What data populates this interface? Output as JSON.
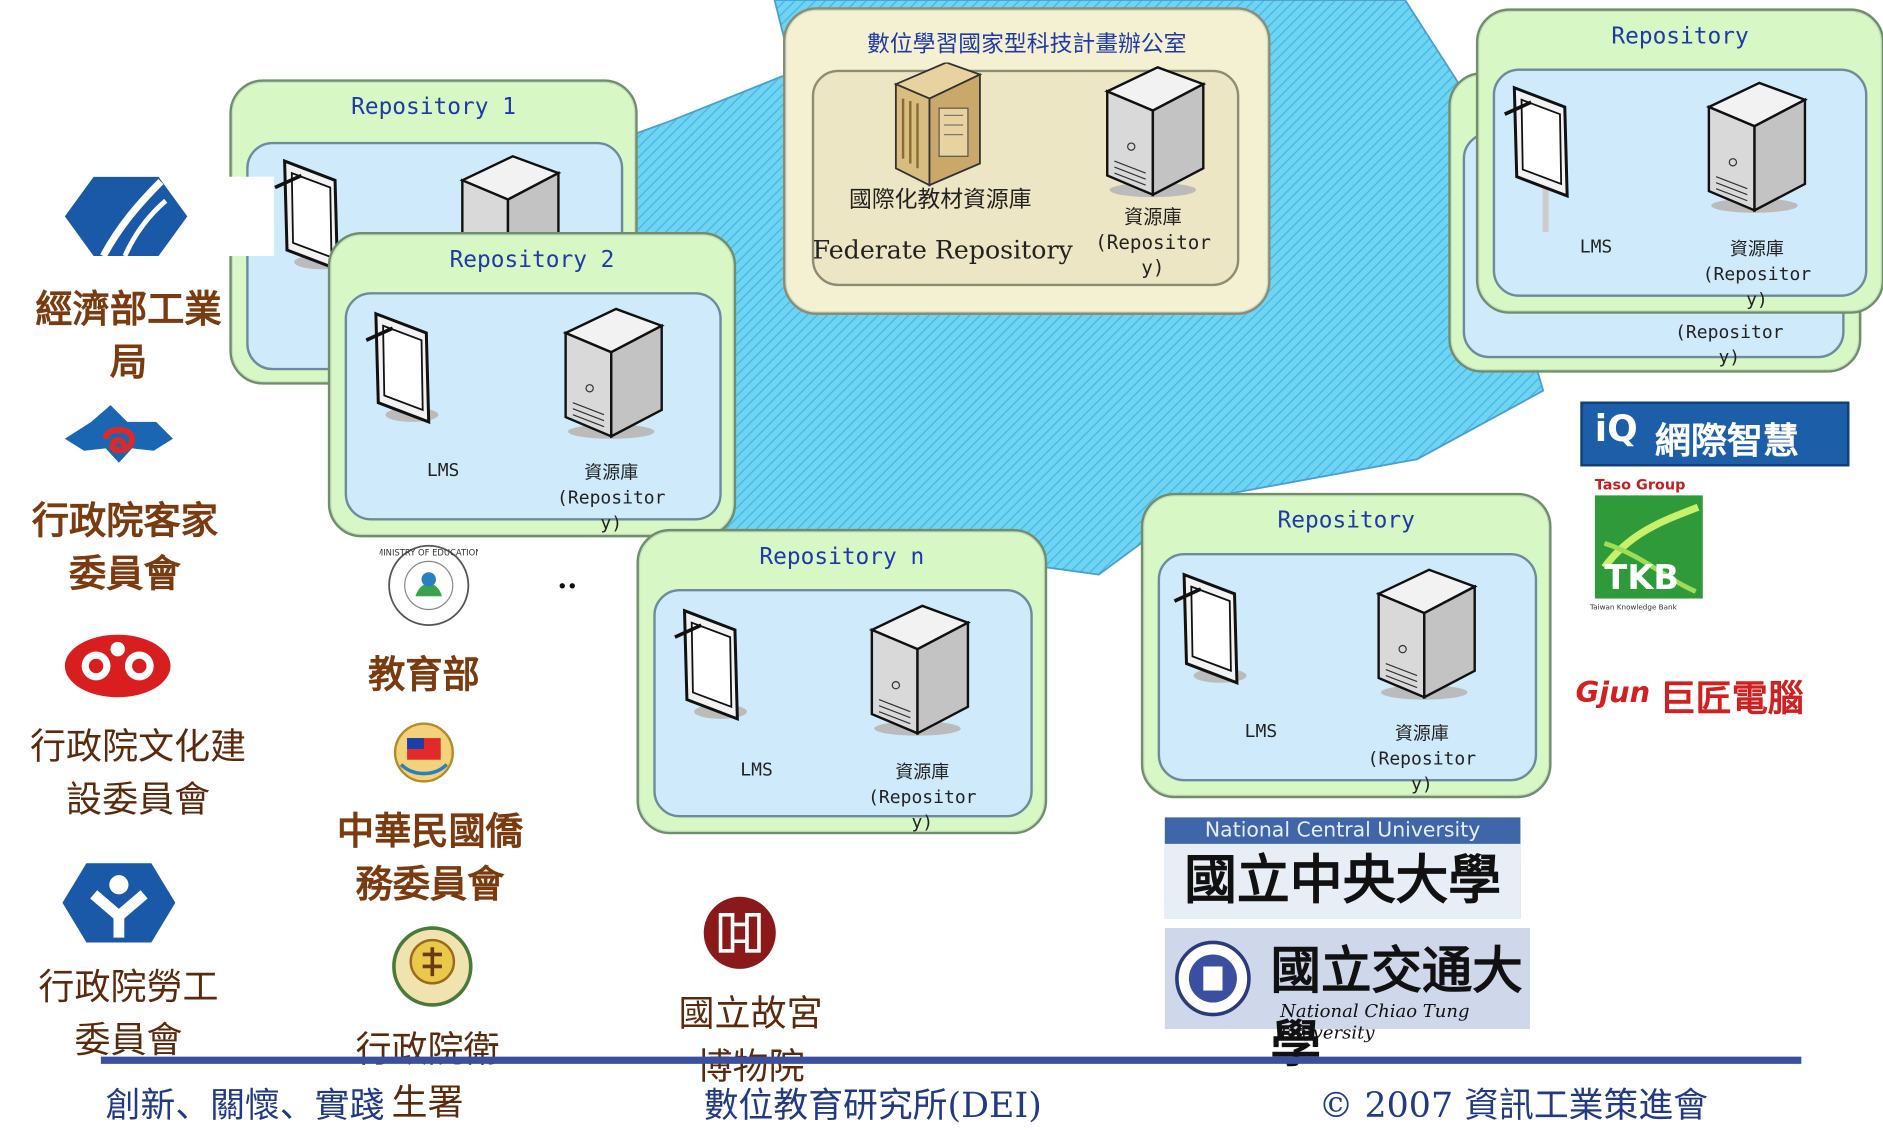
{
  "colors": {
    "burst": "#55cbee",
    "panel_fill": "#d7f7c4",
    "inner_fill": "#cfeafb",
    "panel_title": "#1f3aa8",
    "footer_line": "#3b4fa0",
    "footer_text": "#223a86"
  },
  "center_office": {
    "title": "數位學習國家型科技計畫辦公室",
    "federate_cn": "國際化教材資源庫",
    "federate_en": "Federate Repository",
    "repo_l1": "資源庫",
    "repo_l2": "(Repositor",
    "repo_l3": "y)"
  },
  "repositories": [
    {
      "title": "Repository 1"
    },
    {
      "title": "Repository 2",
      "lms": "LMS",
      "repo_l1": "資源庫",
      "repo_l2": "(Repositor",
      "repo_l3": "y)"
    },
    {
      "title": "Repository n",
      "lms": "LMS",
      "repo_l1": "資源庫",
      "repo_l2": "(Repositor",
      "repo_l3": "y)"
    },
    {
      "title": "Repository",
      "lms": "LMS",
      "repo_l1": "資源庫",
      "repo_l2": "(Repositor",
      "repo_l3": "y)"
    },
    {
      "title": "Repository",
      "lms": "LMS",
      "repo_l1": "資源庫",
      "repo_l2": "(Repositor",
      "repo_l3": "y)",
      "back_l2": "(Repositor",
      "back_l3": "y)"
    }
  ],
  "ellipsis": "..",
  "organizations": {
    "moea": {
      "l1": "經濟部工業",
      "l2": "局"
    },
    "hakka": {
      "l1": "行政院客家",
      "l2": "委員會"
    },
    "culture": {
      "l1": "行政院文化建",
      "l2": "設委員會"
    },
    "labor": {
      "l1": "行政院勞工",
      "l2": "委員會"
    },
    "moe": {
      "l1": "教育部",
      "logo_text": "MINISTRY OF EDUCATION"
    },
    "ocac": {
      "l1": "中華民國僑",
      "l2": "務委員會"
    },
    "doh": {
      "l1": "行政院衛",
      "l2": "生署"
    },
    "npm": {
      "l1": "國立故宮",
      "l2": "博物院"
    }
  },
  "companies": {
    "iq": {
      "mark": "iQ",
      "name": "網際智慧"
    },
    "tkb": {
      "group": "Taso Group",
      "mark": "TKB",
      "sub": "Taiwan Knowledge Bank"
    },
    "gjun": {
      "mark": "Gjun",
      "name": "巨匠電腦"
    },
    "ncu": {
      "en": "National Central University",
      "cn": "國立中央大學"
    },
    "nctu": {
      "cn": "國立交通大學",
      "en": "National Chiao Tung University"
    }
  },
  "footer": {
    "left": "創新、關懷、實踐",
    "center": "數位教育研究所(DEI)",
    "right": "© 2007 資訊工業策進會"
  }
}
